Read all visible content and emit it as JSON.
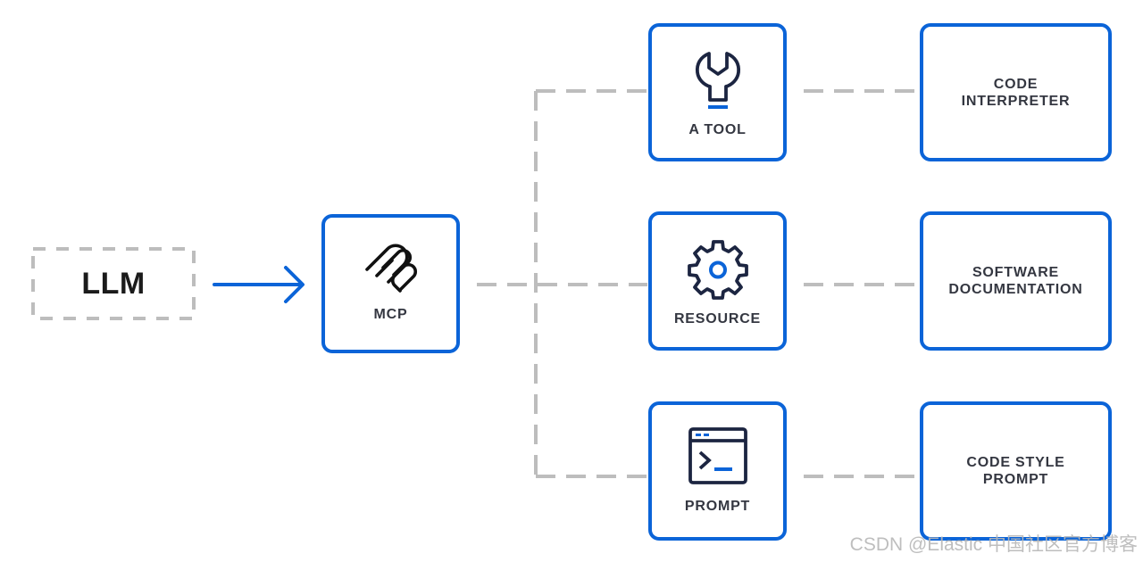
{
  "llm": {
    "label": "LLM"
  },
  "mcp": {
    "label": "MCP",
    "icon": "mcp-logo-icon"
  },
  "capabilities": [
    {
      "label": "A TOOL",
      "icon": "wrench-icon",
      "target_lines": [
        "CODE",
        "INTERPRETER"
      ]
    },
    {
      "label": "RESOURCE",
      "icon": "gear-icon",
      "target_lines": [
        "SOFTWARE",
        "DOCUMENTATION"
      ]
    },
    {
      "label": "PROMPT",
      "icon": "terminal-icon",
      "target_lines": [
        "CODE STYLE",
        "PROMPT"
      ]
    }
  ],
  "watermark": "CSDN @Elastic 中国社区官方博客",
  "colors": {
    "accent_blue": "#0b64d8",
    "dash_gray": "#bdbdbd",
    "icon_navy": "#1c2541",
    "label_text": "#343741"
  }
}
